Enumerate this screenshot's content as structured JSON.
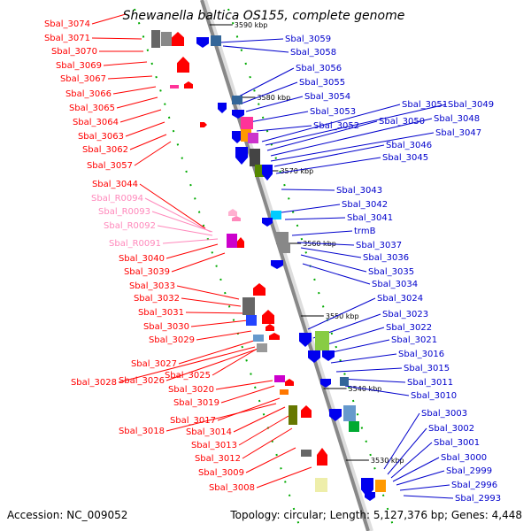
{
  "title": "Shewanella baltica OS155, complete genome",
  "accession": "Accession: NC_009052",
  "summary": "Topology: circular; Length: 5,127,376 bp; Genes: 4,448",
  "colors": {
    "left_label": "#ff0000",
    "rrna_label": "#ff88bb",
    "right_label": "#0000cc",
    "backbone": "#888888"
  },
  "kbp_marks": [
    "3590 kbp",
    "3580 kbp",
    "3570 kbp",
    "3560 kbp",
    "3550 kbp",
    "3540 kbp",
    "3530 kbp"
  ],
  "left_labels": [
    "Sbal_3074",
    "Sbal_3071",
    "Sbal_3070",
    "Sbal_3069",
    "Sbal_3067",
    "Sbal_3066",
    "Sbal_3065",
    "Sbal_3064",
    "Sbal_3063",
    "Sbal_3062",
    "Sbal_3057",
    "Sbal_3044",
    "Sbal_R0094",
    "Sbal_R0093",
    "Sbal_R0092",
    "Sbal_R0091",
    "Sbal_3040",
    "Sbal_3039",
    "Sbal_3033",
    "Sbal_3032",
    "Sbal_3031",
    "Sbal_3030",
    "Sbal_3029",
    "Sbal_3027",
    "Sbal_3025",
    "Sbal_3026",
    "Sbal_3028",
    "Sbal_3020",
    "Sbal_3019",
    "Sbal_3017",
    "Sbal_3018",
    "Sbal_3014",
    "Sbal_3013",
    "Sbal_3012",
    "Sbal_3009",
    "Sbal_3008"
  ],
  "right_labels": [
    "Sbal_3059",
    "Sbal_3058",
    "Sbal_3056",
    "Sbal_3055",
    "Sbal_3054",
    "Sbal_3053",
    "Sbal_3052",
    "Sbal_3051",
    "Sbal_3049",
    "Sbal_3050",
    "Sbal_3048",
    "Sbal_3047",
    "Sbal_3046",
    "Sbal_3045",
    "Sbal_3043",
    "Sbal_3042",
    "Sbal_3041",
    "trmB",
    "Sbal_3037",
    "Sbal_3036",
    "Sbal_3035",
    "Sbal_3034",
    "Sbal_3024",
    "Sbal_3023",
    "Sbal_3022",
    "Sbal_3021",
    "Sbal_3016",
    "Sbal_3015",
    "Sbal_3011",
    "Sbal_3010",
    "Sbal_3003",
    "Sbal_3002",
    "Sbal_3001",
    "Sbal_3000",
    "Sbal_2999",
    "Sbal_2996",
    "Sbal_2993"
  ]
}
